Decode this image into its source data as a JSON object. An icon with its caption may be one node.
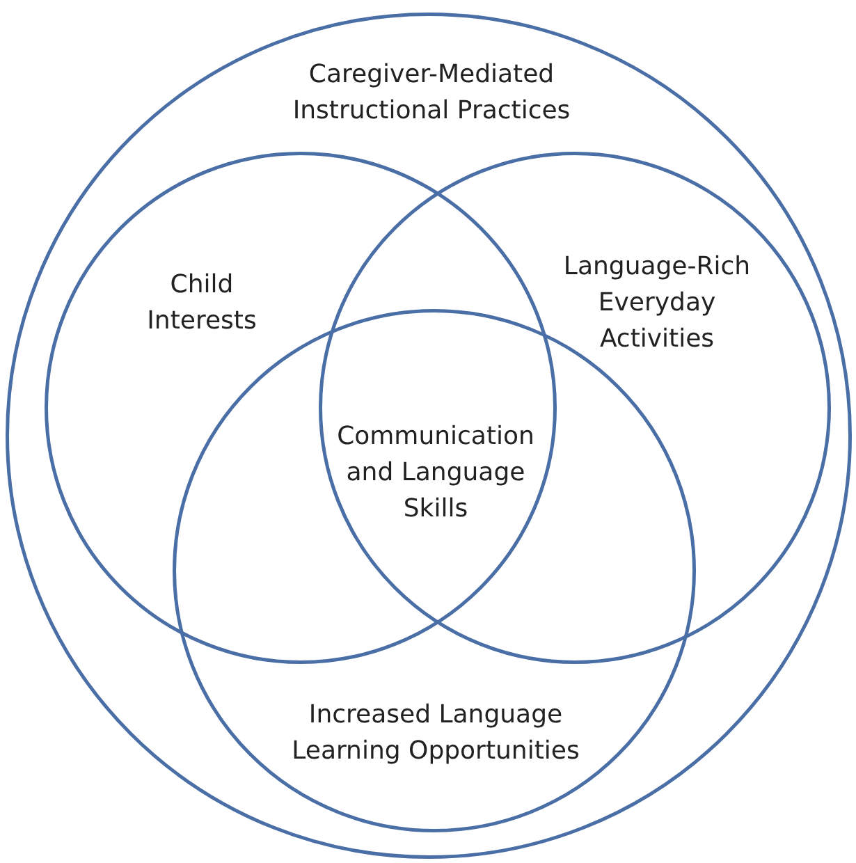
{
  "diagram": {
    "nodes": [
      {
        "text": [
          "Caregiver-Mediated Instructional Practices"
        ]
      },
      {
        "text": [
          "Child Interests"
        ],
        "in": 0
      },
      {
        "text": [
          "Language-Rich Everyday Activities"
        ],
        "in": 0
      },
      {
        "text": [
          "Increased Language Learning Opportunities"
        ],
        "in": 0
      }
    ],
    "labels": [
      "Communication and Language Skills"
    ]
  }
}
